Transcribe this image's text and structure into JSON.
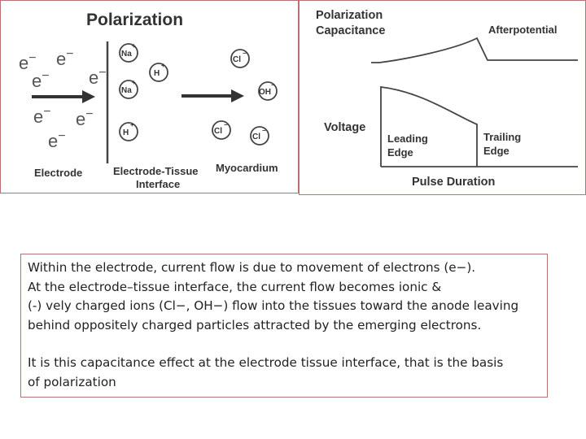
{
  "left": {
    "title": "Polarization",
    "electron": "e",
    "electron_sign": "−",
    "ions": {
      "na": "Na",
      "h": "H",
      "cl": "Cl",
      "oh": "OH",
      "plus": "+",
      "minus": "−"
    },
    "labels": {
      "electrode": "Electrode",
      "interface_line1": "Electrode-Tissue",
      "interface_line2": "Interface",
      "myocardium": "Myocardium"
    }
  },
  "right": {
    "title_line1": "Polarization",
    "title_line2": "Capacitance",
    "afterpotential": "Afterpotential",
    "voltage": "Voltage",
    "leading_line1": "Leading",
    "leading_line2": "Edge",
    "trailing_line1": "Trailing",
    "trailing_line2": "Edge",
    "pulse_duration": "Pulse Duration"
  },
  "text": {
    "line1": "Within the electrode, current flow is due to movement of electrons (e−).",
    "line2": "At the electrode–tissue interface, the current flow becomes ionic &",
    "line3": "(-) vely charged ions (Cl−, OH−) flow into the tissues toward the anode leaving",
    "line4": "behind oppositely charged particles attracted by the emerging electrons.",
    "line5": "It is this capacitance effect at the electrode tissue interface, that is the basis",
    "line6": "of polarization"
  },
  "colors": {
    "border": "#b87070",
    "ink": "#222222"
  }
}
